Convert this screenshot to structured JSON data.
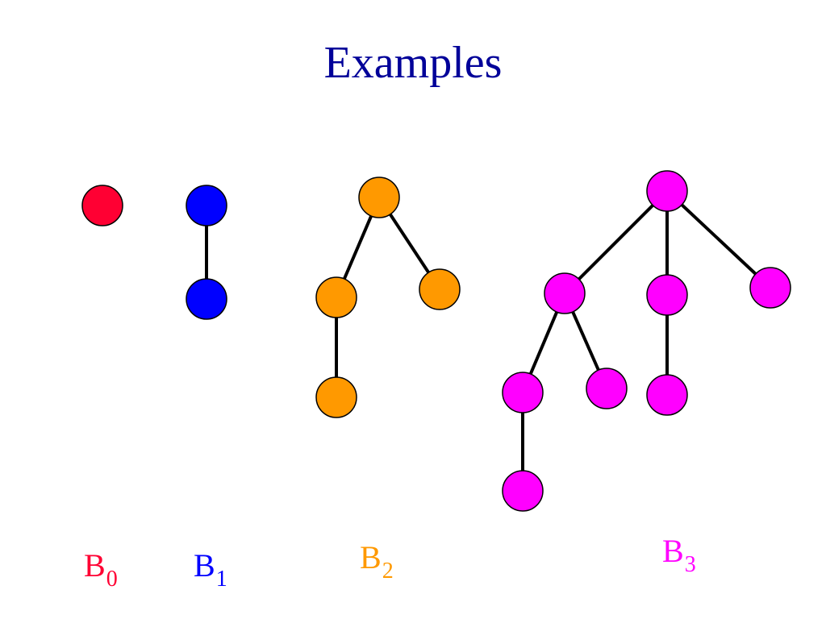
{
  "title": "Examples",
  "colors": {
    "title": "#000099",
    "edge": "#000000",
    "node_outline": "#000000"
  },
  "trees": [
    {
      "id": "b0",
      "label": "B",
      "subscript": "0",
      "color": "#ff0033"
    },
    {
      "id": "b1",
      "label": "B",
      "subscript": "1",
      "color": "#0000ff"
    },
    {
      "id": "b2",
      "label": "B",
      "subscript": "2",
      "color": "#ff9900"
    },
    {
      "id": "b3",
      "label": "B",
      "subscript": "3",
      "color": "#ff00ff"
    }
  ]
}
